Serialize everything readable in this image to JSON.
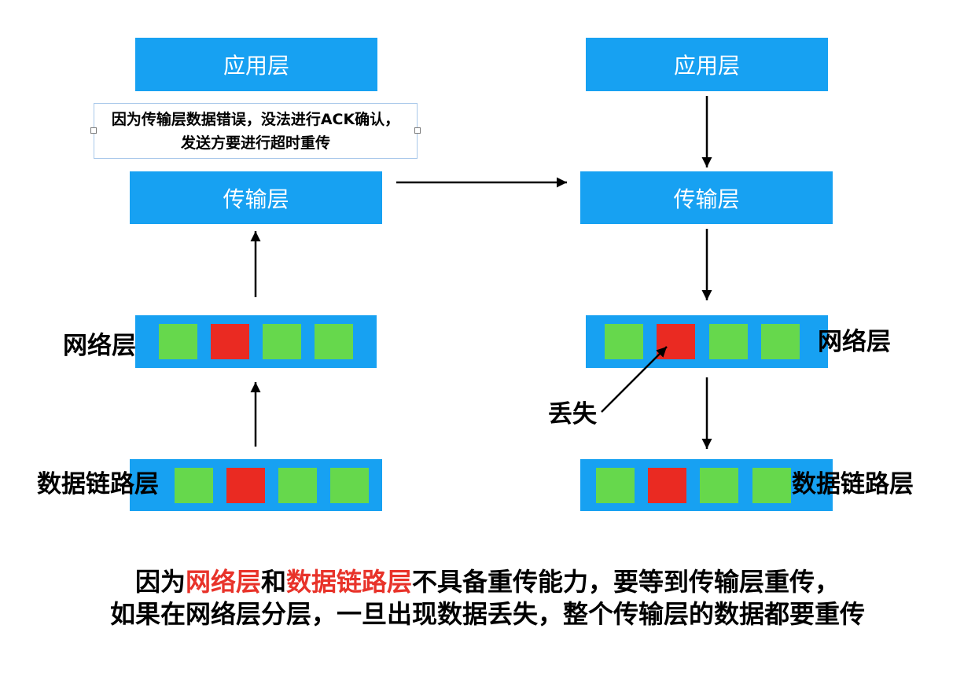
{
  "colors": {
    "layer": "#17A1F2",
    "packet_ok": "#66D84C",
    "packet_lost": "#EA2A22",
    "highlight_text": "#E8332A",
    "arrow": "#000000"
  },
  "left": {
    "application_layer": "应用层",
    "note": {
      "line1": "因为传输层数据错误，没法进行ACK确认，",
      "line2": "发送方要进行超时重传"
    },
    "transport_layer": "传输层",
    "network_layer": {
      "label": "网络层",
      "packets": [
        "#66D84C",
        "#EA2A22",
        "#66D84C",
        "#66D84C"
      ]
    },
    "data_link_layer": {
      "label": "数据链路层",
      "packets": [
        "#66D84C",
        "#EA2A22",
        "#66D84C",
        "#66D84C"
      ]
    }
  },
  "right": {
    "application_layer": "应用层",
    "transport_layer": "传输层",
    "network_layer": {
      "label": "网络层",
      "packets": [
        "#66D84C",
        "#EA2A22",
        "#66D84C",
        "#66D84C"
      ]
    },
    "lost_label": "丢失",
    "data_link_layer": {
      "label": "数据链路层",
      "packets": [
        "#66D84C",
        "#EA2A22",
        "#66D84C",
        "#66D84C"
      ]
    }
  },
  "caption": {
    "line1": [
      "因为",
      "网络层",
      "和",
      "数据链路层",
      "不具备重传能力，要等到传输层重传，"
    ],
    "line2": "如果在网络层分层，一旦出现数据丢失，整个传输层的数据都要重传"
  }
}
